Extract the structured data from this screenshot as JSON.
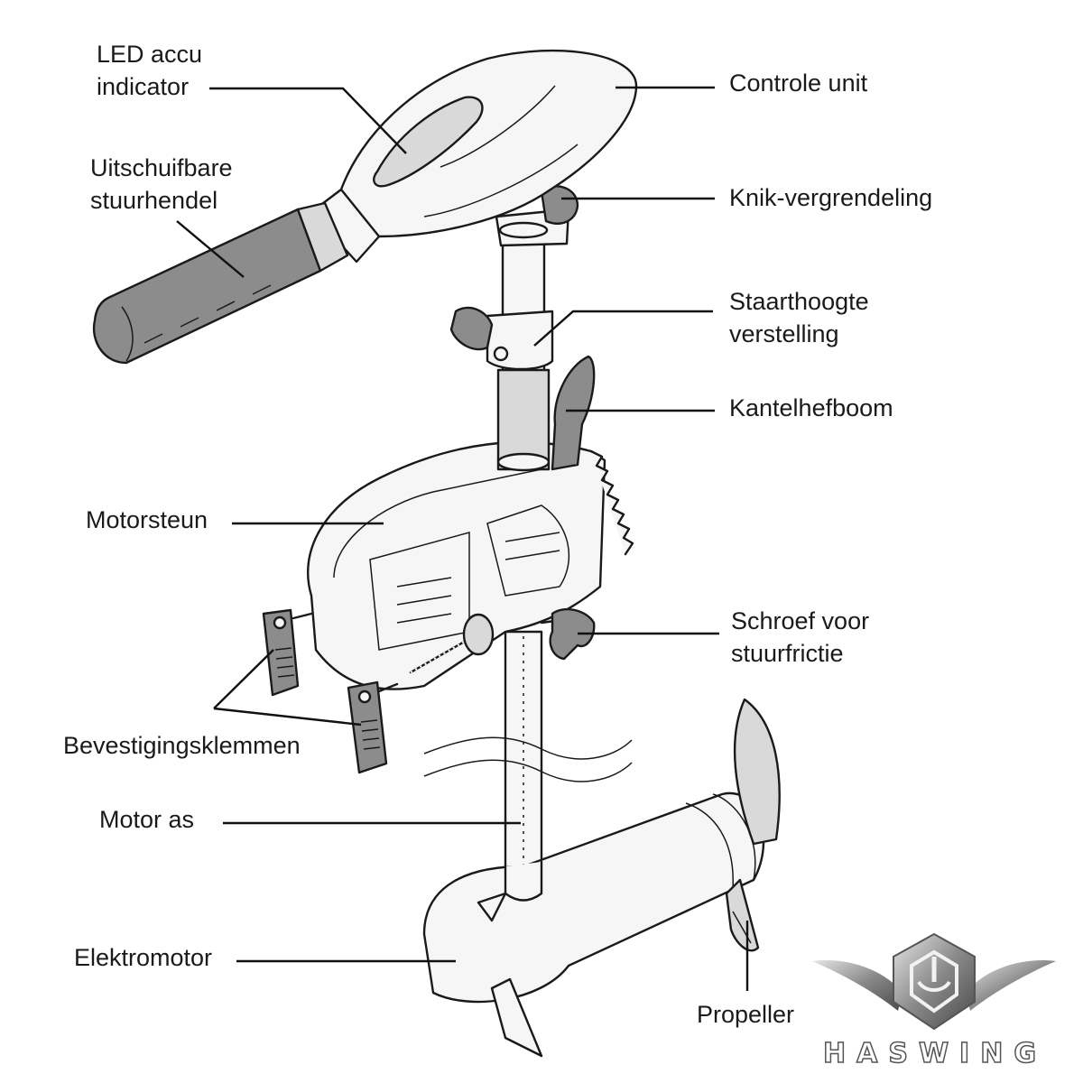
{
  "labels": {
    "led_line1": "LED accu",
    "led_line2": "indicator",
    "controle_unit": "Controle unit",
    "stuurhendel_line1": "Uitschuifbare",
    "stuurhendel_line2": "stuurhendel",
    "knik_vergrendeling": "Knik-vergrendeling",
    "staarthoogte_line1": "Staarthoogte",
    "staarthoogte_line2": "verstelling",
    "kantelhefboom": "Kantelhefboom",
    "motorsteun": "Motorsteun",
    "schroef_line1": "Schroef voor",
    "schroef_line2": "stuurfrictie",
    "bevestigingsklemmen": "Bevestigingsklemmen",
    "motor_as": "Motor as",
    "elektromotor": "Elektromotor",
    "propeller": "Propeller"
  },
  "brand": {
    "wordmark": "HASWING",
    "logo_icon": "haswing-emblem-icon"
  },
  "colors": {
    "line": "#1a1a1a",
    "grip_gray": "#8c8c8c",
    "body_white": "#f6f6f6",
    "logo_metal": "#9a9a9a"
  }
}
